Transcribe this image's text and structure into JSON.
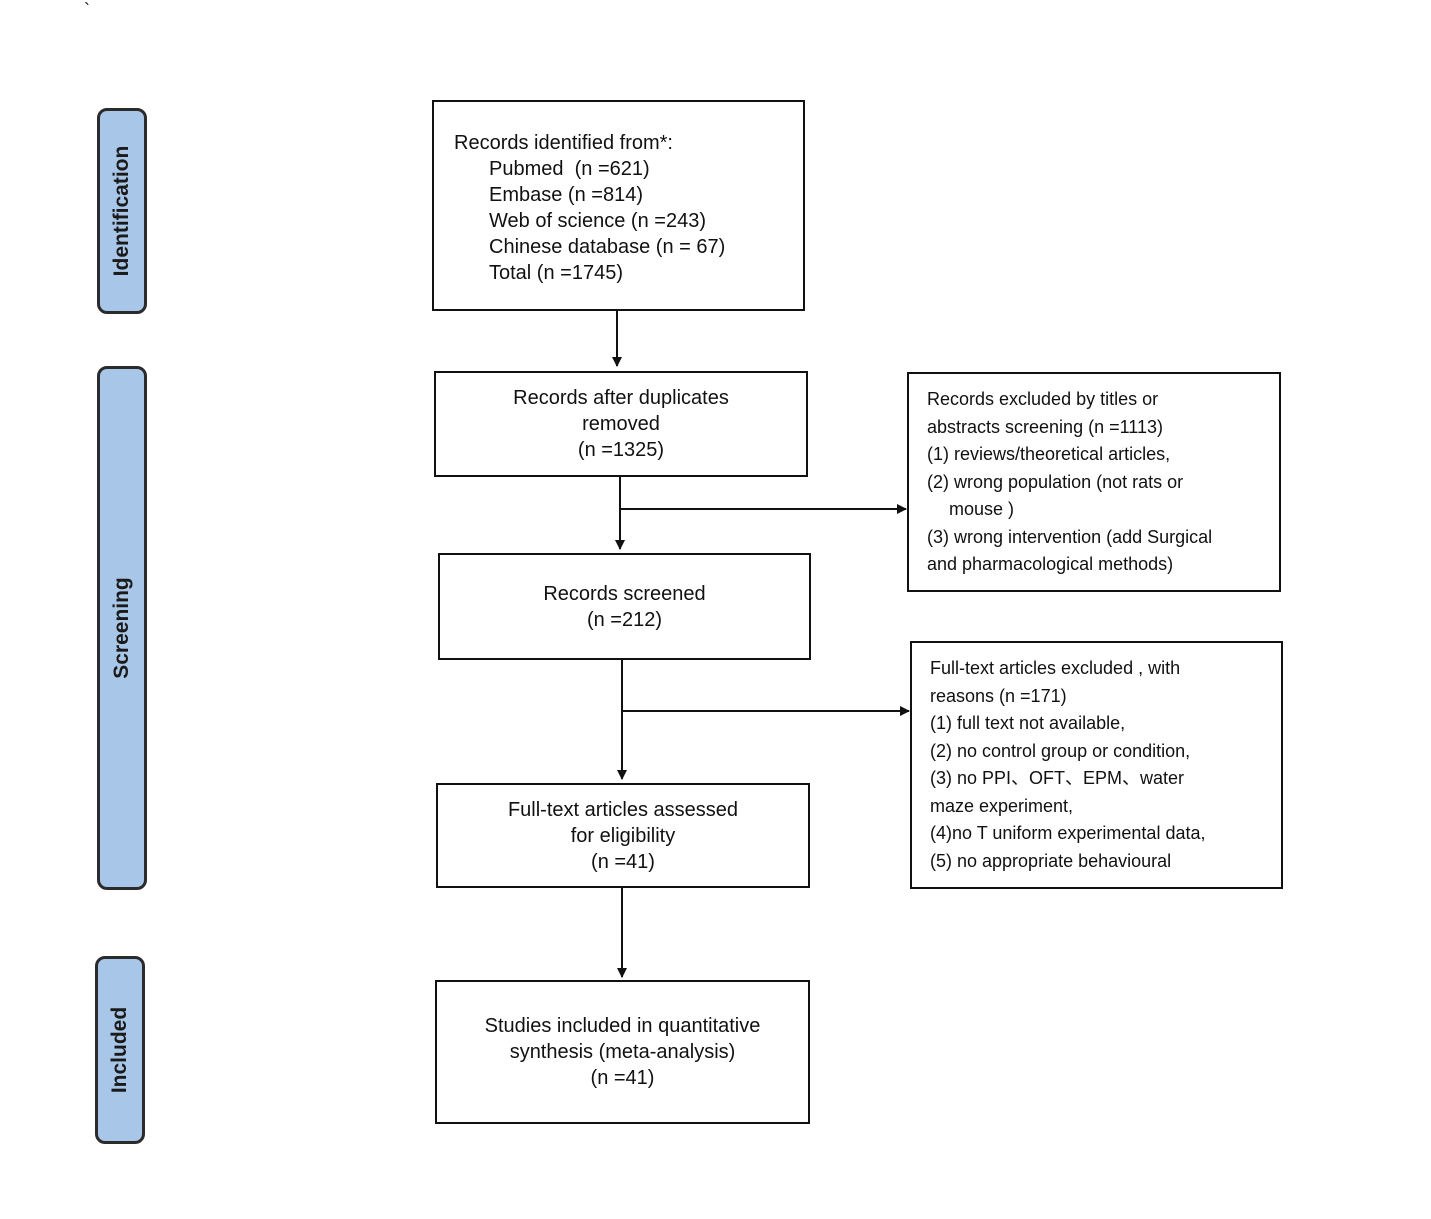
{
  "corner_mark": "`",
  "phases": {
    "identification": "Identification",
    "screening": "Screening",
    "included": "Included"
  },
  "identified": {
    "heading": "Records identified from*:",
    "pubmed": "Pubmed  (n =621)",
    "embase": "Embase (n =814)",
    "wos": "Web of science (n =243)",
    "chinese": "Chinese database (n = 67)",
    "total": "Total (n =1745)"
  },
  "dedup": {
    "line1": "Records after duplicates",
    "line2": "removed",
    "count": "(n =1325)"
  },
  "screened": {
    "line1": "Records screened",
    "count": "(n =212)"
  },
  "fulltext": {
    "line1": "Full-text articles assessed",
    "line2": "for eligibility",
    "count": "(n =41)"
  },
  "included": {
    "line1": "Studies included in quantitative",
    "line2": "synthesis (meta-analysis)",
    "count": "(n =41)"
  },
  "excluded1": {
    "l1": "Records excluded by titles or",
    "l2": "abstracts screening (n =1113)",
    "l3": "(1) reviews/theoretical articles,",
    "l4": "(2) wrong population (not rats or",
    "l5": "mouse )",
    "l6": "(3) wrong intervention (add Surgical",
    "l7": "and pharmacological methods)"
  },
  "excluded2": {
    "l1": "Full-text articles excluded , with",
    "l2": "reasons (n =171)",
    "l3": "(1) full text not available,",
    "l4": "(2) no control group or condition,",
    "l5": "(3) no PPI、OFT、EPM、water",
    "l6": "maze experiment,",
    "l7": "(4)no T uniform experimental data,",
    "l8": "(5) no appropriate behavioural"
  }
}
